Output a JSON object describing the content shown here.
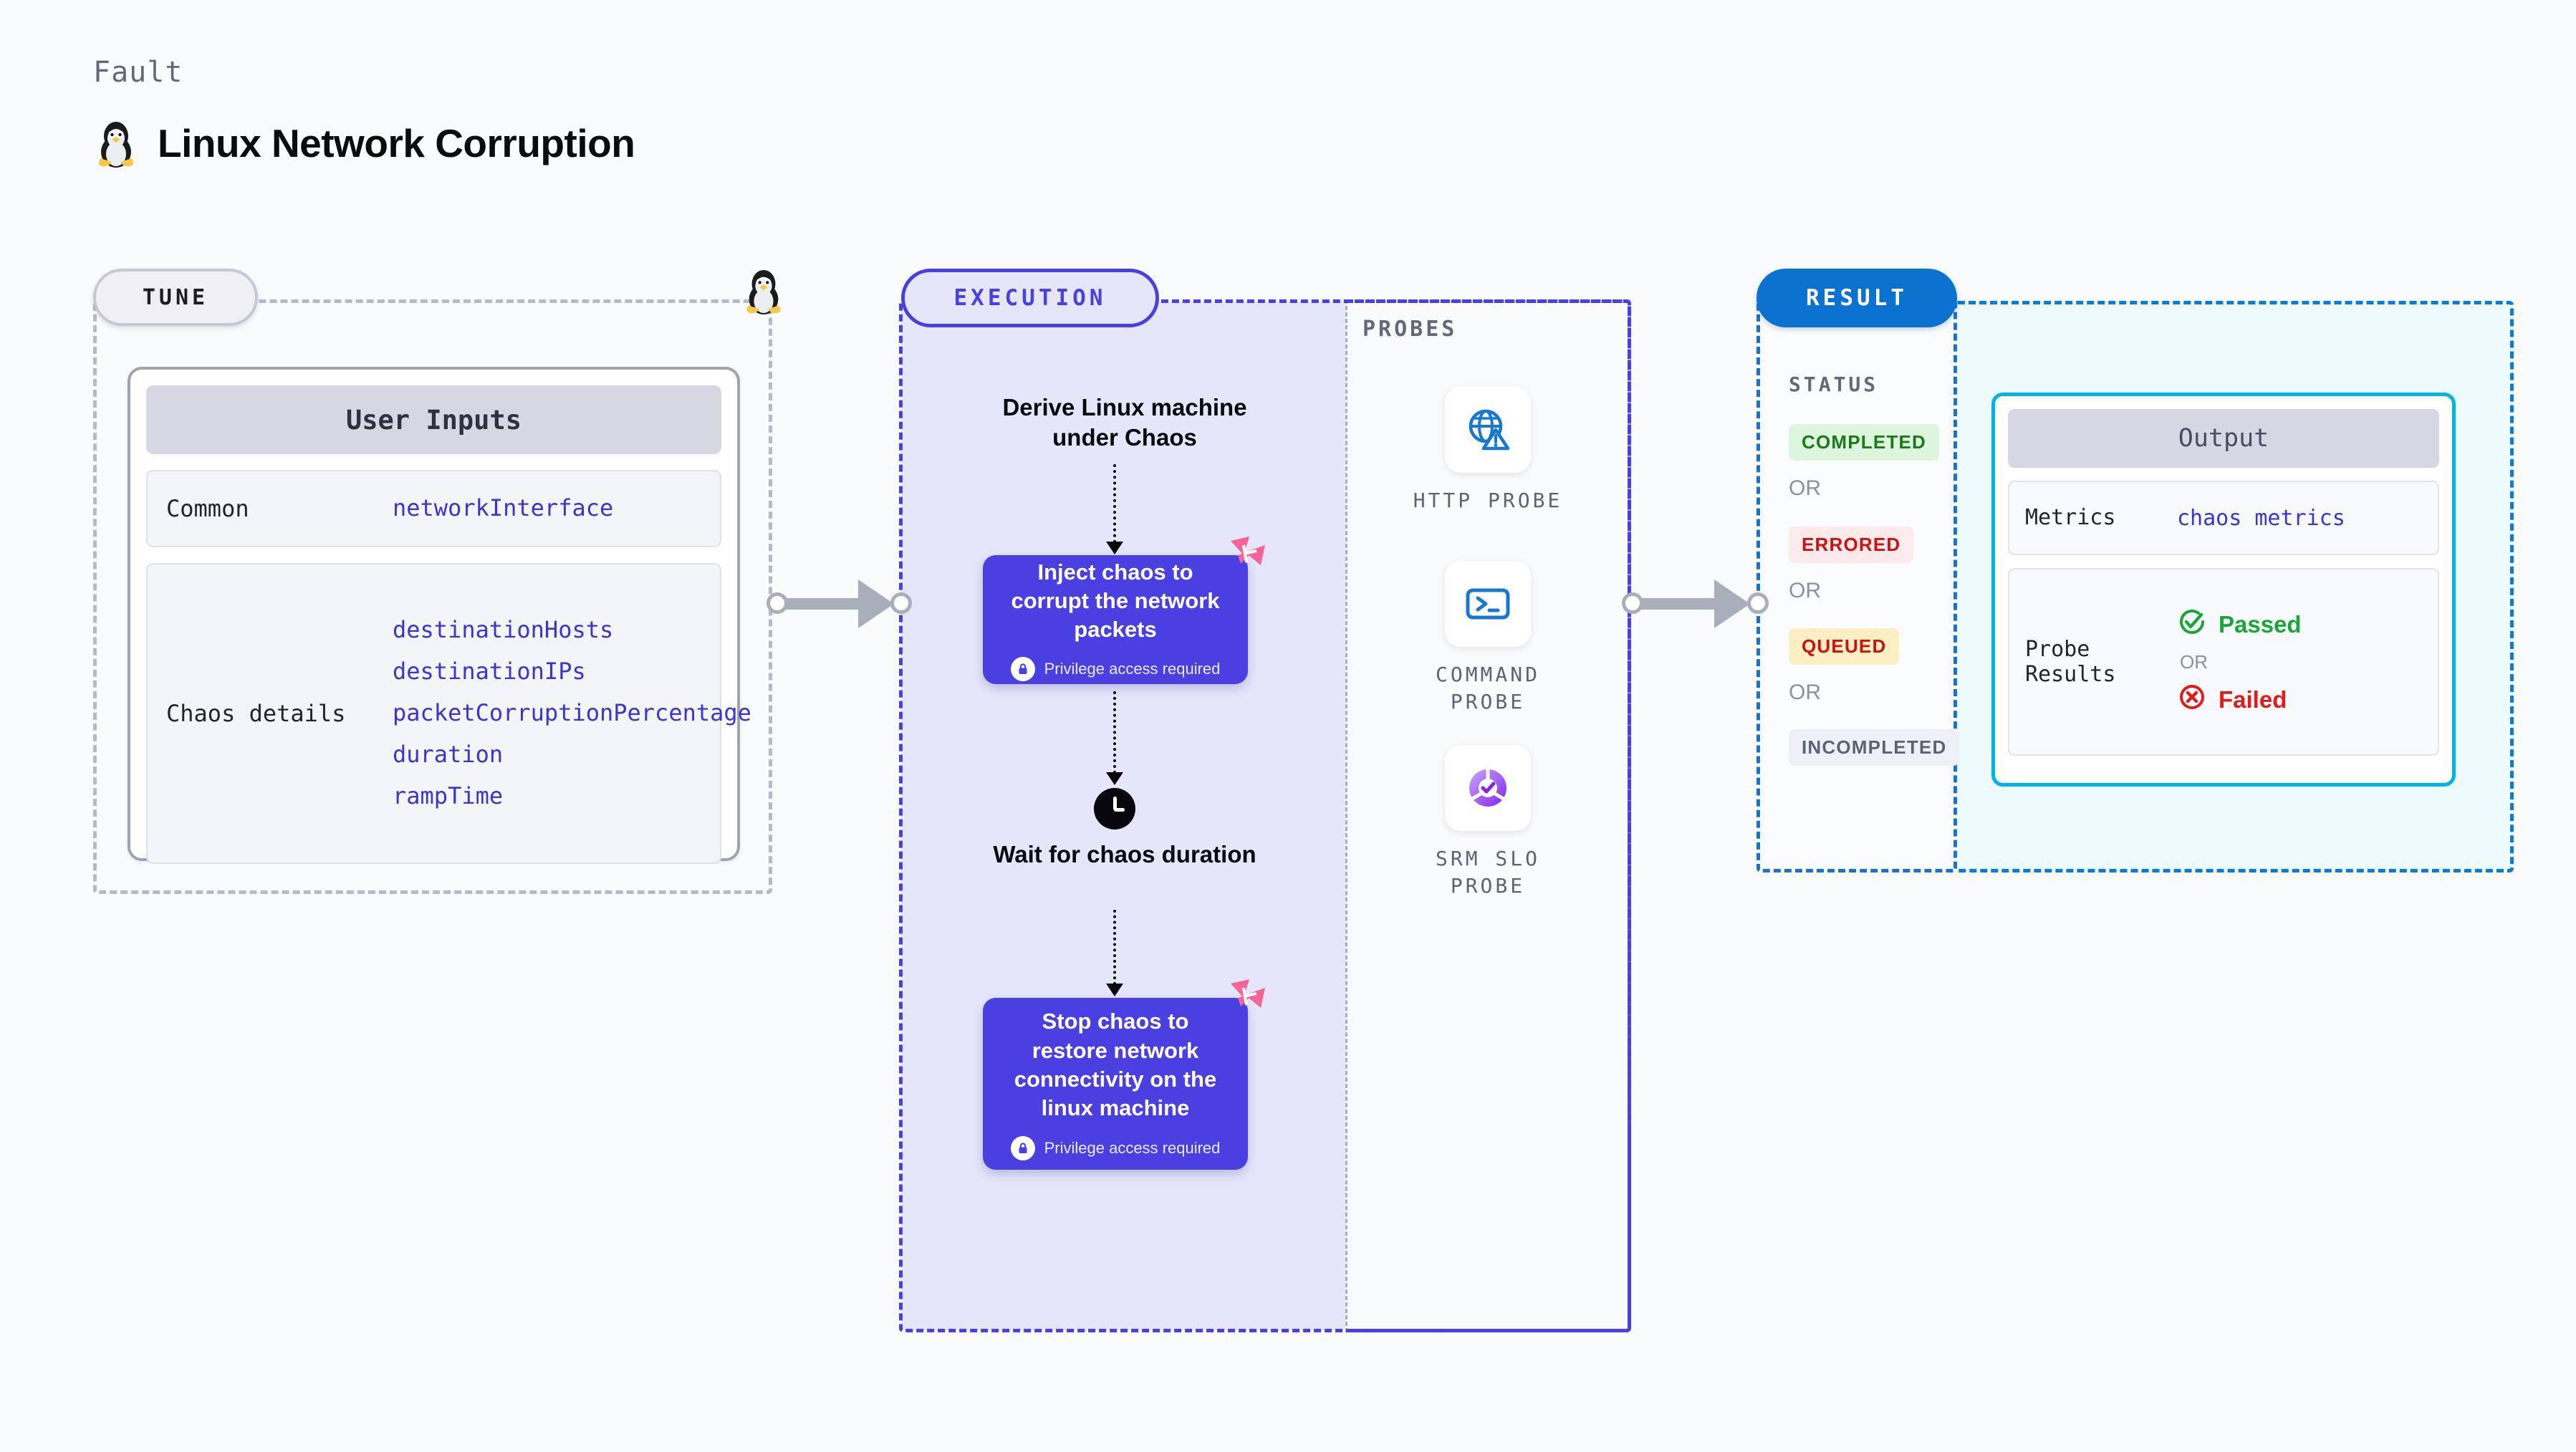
{
  "header": {
    "kind_label": "Fault",
    "title": "Linux Network Corruption",
    "icon": "tux-penguin-icon"
  },
  "tune": {
    "pill_label": "TUNE",
    "corner_icon": "tux-penguin-icon",
    "card": {
      "title": "User Inputs",
      "rows": [
        {
          "label": "Common",
          "values": [
            "networkInterface"
          ]
        },
        {
          "label": "Chaos details",
          "values": [
            "destinationHosts",
            "destinationIPs",
            "packetCorruptionPercentage",
            "duration",
            "rampTime"
          ]
        }
      ]
    }
  },
  "execution": {
    "pill_label": "EXECUTION",
    "steps": [
      {
        "type": "text",
        "label": "Derive Linux machine under Chaos"
      },
      {
        "type": "card",
        "label": "Inject chaos to corrupt the network packets",
        "privilege_note": "Privilege access required",
        "badge_icon": "harness-logo-icon",
        "lock_icon": "lock-icon"
      },
      {
        "type": "clock",
        "label": "Wait for chaos duration",
        "icon": "clock-icon"
      },
      {
        "type": "card",
        "label": "Stop chaos to restore network connectivity on the linux machine",
        "privilege_note": "Privilege access required",
        "badge_icon": "harness-logo-icon",
        "lock_icon": "lock-icon"
      }
    ]
  },
  "probes": {
    "section_label": "PROBES",
    "items": [
      {
        "label": "HTTP PROBE",
        "icon": "globe-warning-icon"
      },
      {
        "label": "COMMAND PROBE",
        "icon": "terminal-prompt-icon"
      },
      {
        "label": "SRM SLO PROBE",
        "icon": "slo-check-gauge-icon"
      }
    ]
  },
  "result": {
    "pill_label": "RESULT",
    "status_title": "STATUS",
    "or_label": "OR",
    "statuses": [
      {
        "label": "COMPLETED",
        "fg": "#1a7a1a",
        "bg": "#dcf5dc"
      },
      {
        "label": "ERRORED",
        "fg": "#cc1111",
        "bg": "#fdeaea"
      },
      {
        "label": "QUEUED",
        "fg": "#cc1111",
        "bg": "#fdefc4"
      },
      {
        "label": "INCOMPLETED",
        "fg": "#5d6275",
        "bg": "#eff0f5"
      }
    ],
    "output": {
      "title": "Output",
      "metrics_label": "Metrics",
      "metrics_value": "chaos metrics",
      "probe_results_label": "Probe Results",
      "passed_label": "Passed",
      "failed_label": "Failed",
      "or_label": "OR",
      "passed_icon": "check-circle-icon",
      "failed_icon": "x-circle-icon"
    }
  },
  "colors": {
    "accent_purple": "#4a3fe0",
    "accent_blue": "#0b72cf",
    "accent_cyan": "#00b5e2",
    "harness_pink": "#f76598",
    "execution_fill": "#e6e6fa",
    "output_fill": "#edfafe",
    "mono_value": "#3b34d0"
  }
}
